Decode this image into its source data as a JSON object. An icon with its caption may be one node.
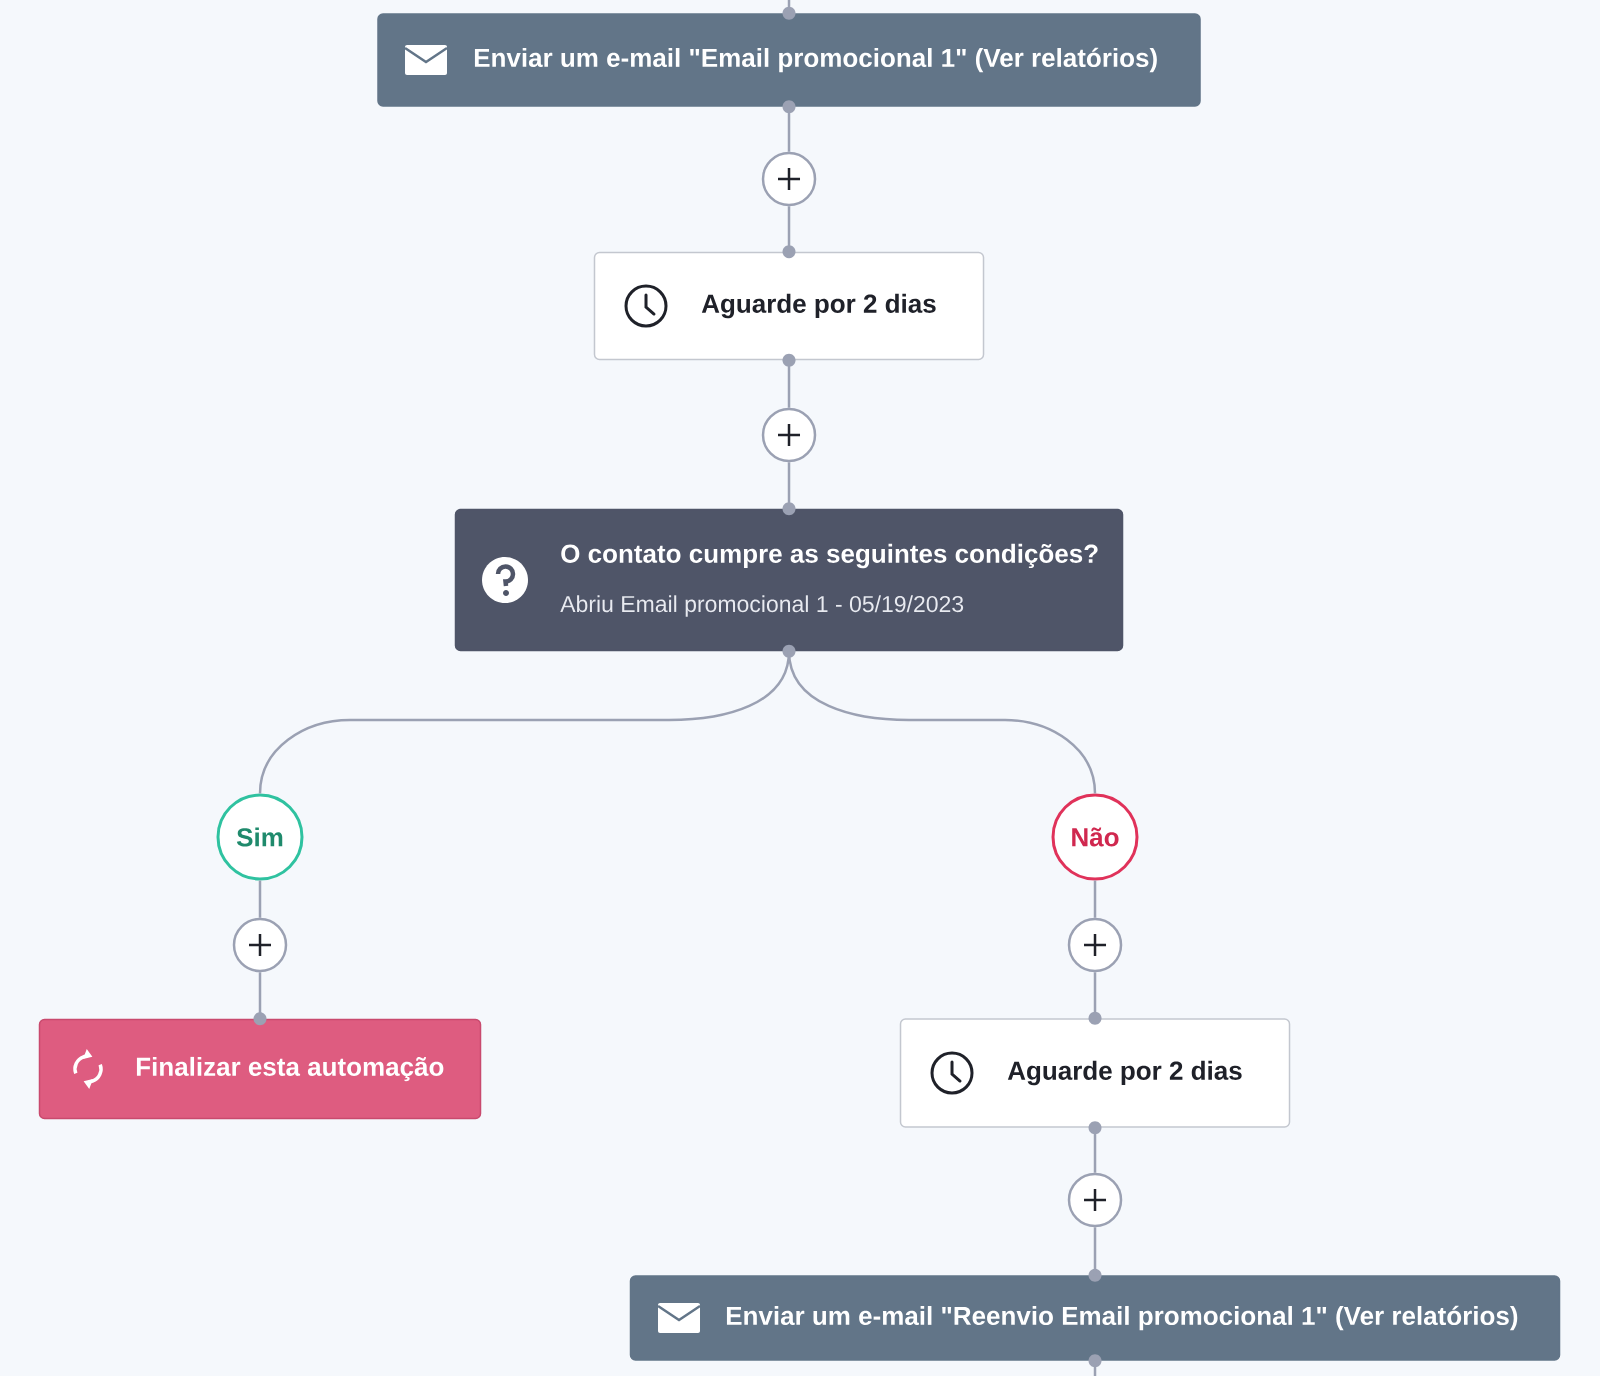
{
  "diagram": {
    "nodes": [
      {
        "text": [
          "Enviar um e-mail \"Email promocional 1\" (Ver relatórios)"
        ]
      },
      {
        "text": [],
        "shape": "circle"
      },
      {
        "text": [
          "Aguarde por 2 dias"
        ]
      },
      {
        "text": [],
        "shape": "circle"
      },
      {
        "text": [
          "O contato cumpre as seguintes condições?",
          "Abriu Email promocional 1 - 05/19/2023"
        ]
      },
      {
        "text": [
          "Sim"
        ]
      },
      {
        "text": [
          "Não"
        ]
      },
      {
        "text": [],
        "shape": "circle"
      },
      {
        "text": [],
        "shape": "circle"
      },
      {
        "text": [
          "Finalizar esta automação"
        ]
      },
      {
        "text": [
          "Aguarde por 2 dias"
        ]
      },
      {
        "text": [],
        "shape": "circle"
      },
      {
        "text": [
          "Enviar um e-mail \"Reenvio Email promocional 1\" (Ver relatórios)"
        ]
      }
    ],
    "edges": [
      {
        "from": null,
        "to": 0,
        "arrow": "none"
      },
      {
        "from": 0,
        "to": 1,
        "arrow": "none"
      },
      {
        "from": 1,
        "to": 2,
        "arrow": "none"
      },
      {
        "from": 2,
        "to": 3,
        "arrow": "none"
      },
      {
        "from": 3,
        "to": 4,
        "arrow": "none"
      },
      {
        "from": 4,
        "to": 5,
        "arrow": "none"
      },
      {
        "from": 4,
        "to": 6,
        "arrow": "none"
      },
      {
        "from": 5,
        "to": 7,
        "arrow": "none"
      },
      {
        "from": 6,
        "to": 8,
        "arrow": "none"
      },
      {
        "from": 7,
        "to": 9,
        "arrow": "none"
      },
      {
        "from": 8,
        "to": 10,
        "arrow": "none"
      },
      {
        "from": 10,
        "to": 11,
        "arrow": "none"
      },
      {
        "from": 11,
        "to": 12,
        "arrow": "none"
      },
      {
        "from": 12,
        "to": null,
        "arrow": "none"
      }
    ]
  }
}
